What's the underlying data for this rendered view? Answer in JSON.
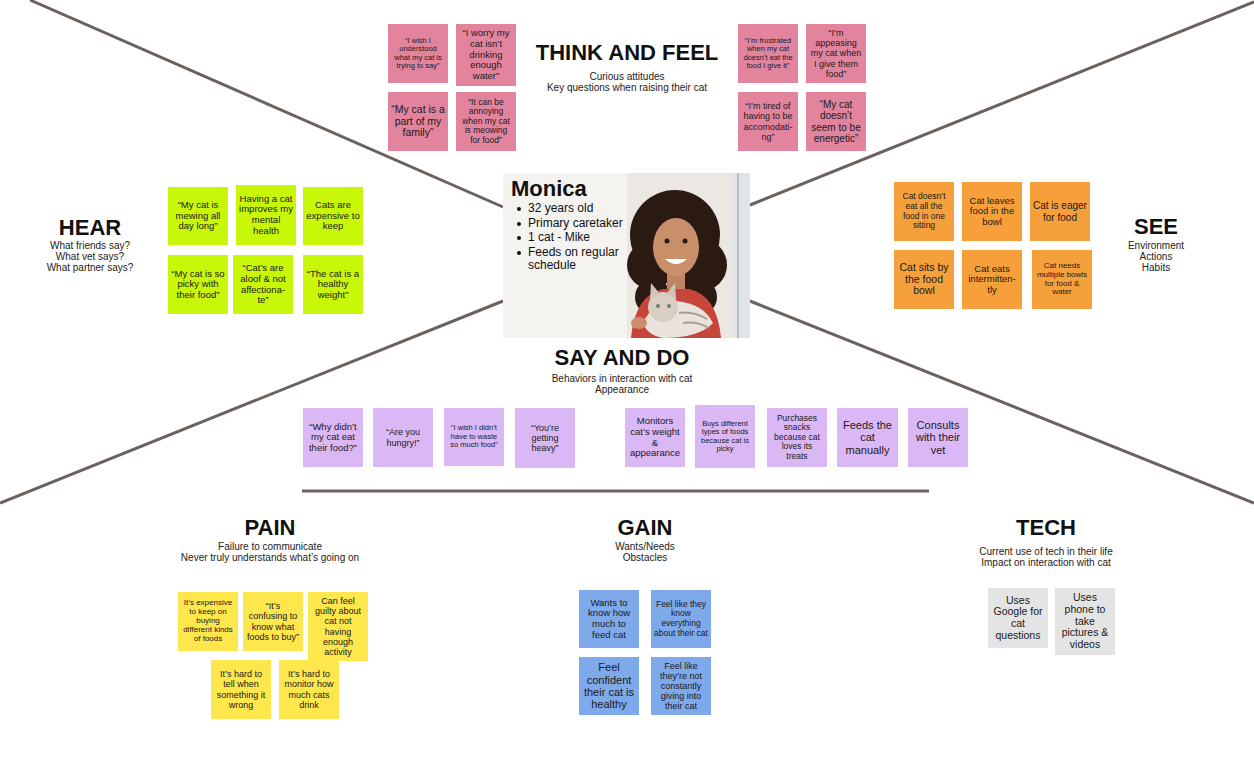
{
  "diagram": {
    "nodes": [
      {
        "text": [
          "“I wish I understood what my cat is trying to say”"
        ]
      },
      {
        "text": [
          "“I worry my cat isn’t drinking enough water”"
        ]
      },
      {
        "text": [
          "“My cat is a part of my family”"
        ]
      },
      {
        "text": [
          "“It can be annoying when my cat is meowing for food”"
        ]
      },
      {
        "text": [
          "“I’m frustrated when my cat doesn’t eat the food I give it”"
        ]
      },
      {
        "text": [
          "“I’m appeasing my cat when I give them food”"
        ]
      },
      {
        "text": [
          "“I’m tired of having to be accomodati-ng”"
        ]
      },
      {
        "text": [
          "“My cat doesn’t seem to  be energetic”"
        ]
      },
      {
        "text": [
          "“My cat is mewing all day long”"
        ]
      },
      {
        "text": [
          "Having a cat improves my mental health"
        ]
      },
      {
        "text": [
          "Cats are expensive to keep"
        ]
      },
      {
        "text": [
          "“My cat is so picky with their food”"
        ]
      },
      {
        "text": [
          "“Cat’s are aloof & not affectiona-te”"
        ]
      },
      {
        "text": [
          "“The cat is a healthy weight”"
        ]
      },
      {
        "text": [
          "Monica",
          "32 years old",
          "Primary caretaker",
          "1 cat - Mike",
          "Feeds on regular schedule"
        ]
      },
      {
        "text": [
          "Cat doesn’t eat all the food in one sitting"
        ]
      },
      {
        "text": [
          "Cat leaves food in the bowl"
        ]
      },
      {
        "text": [
          "Cat is eager for food"
        ]
      },
      {
        "text": [
          "Cat sits by the food bowl"
        ]
      },
      {
        "text": [
          "Cat eats intermitten-tly"
        ]
      },
      {
        "text": [
          "Cat needs multiple bowls for food & water"
        ]
      },
      {
        "text": [
          "“Why didn’t my cat eat their food?”"
        ]
      },
      {
        "text": [
          "“Are you hungry!”"
        ]
      },
      {
        "text": [
          "“I wish I didn’t have to waste so much food”"
        ]
      },
      {
        "text": [
          "“You’re getting heavy”"
        ]
      },
      {
        "text": [
          "Monitors cat’s weight & appearance"
        ]
      },
      {
        "text": [
          "Buys different types of foods because cat is picky"
        ]
      },
      {
        "text": [
          "Purchases snacks because cat loves its treats"
        ]
      },
      {
        "text": [
          "Feeds the cat manually"
        ]
      },
      {
        "text": [
          "Consults with their vet"
        ]
      },
      {
        "text": [
          "It’s expensive to keep on buying different kinds of foods"
        ]
      },
      {
        "text": [
          "“It’s confusing to know what foods to buy”"
        ]
      },
      {
        "text": [
          "Can feel guilty about  cat not having enough activity"
        ]
      },
      {
        "text": [
          "It’s hard to tell when something it wrong"
        ]
      },
      {
        "text": [
          "It’s hard to monitor how much cats drink"
        ]
      },
      {
        "text": [
          "Wants to know how much to feed cat"
        ]
      },
      {
        "text": [
          "Feel like they know everything about their cat"
        ]
      },
      {
        "text": [
          "Feel confident their cat is healthy"
        ]
      },
      {
        "text": [
          "Feel like they’re not constantly giving into their cat"
        ]
      },
      {
        "text": [
          "Uses Google for cat questions"
        ]
      },
      {
        "text": [
          "Uses phone to take pictures & videos"
        ]
      }
    ],
    "labels": [
      "THINK AND FEEL",
      "Curious attitudes",
      "Key questions when raising their cat",
      "HEAR",
      "What friends say?",
      "What vet says?",
      "What partner says?",
      "SEE",
      "Environment",
      "Actions",
      "Habits",
      "SAY AND DO",
      "Behaviors in interaction with cat",
      "Appearance",
      "PAIN",
      "Failure to communicate",
      "Never truly understands what’s going on",
      "GAIN",
      "Wants/Needs",
      "Obstacles",
      "TECH",
      "Current use of tech in their life",
      "Impact on interaction with cat"
    ]
  }
}
